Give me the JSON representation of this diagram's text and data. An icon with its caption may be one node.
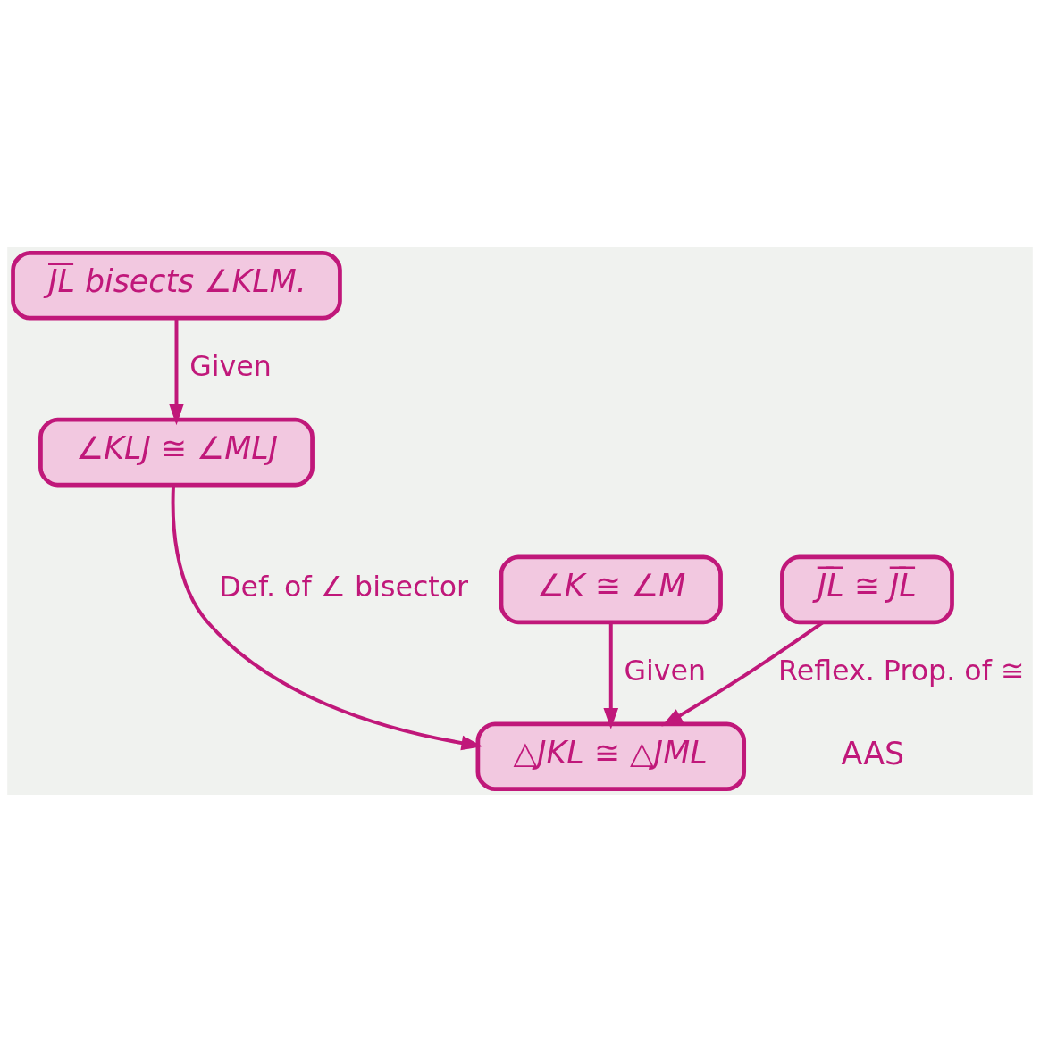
{
  "diagram": {
    "nodes": [
      {
        "text": [
          "J̅L̅ bisects ∠KLM."
        ]
      },
      {
        "text": [
          "∠KLJ ≅ ∠MLJ"
        ]
      },
      {
        "text": [
          "∠K ≅ ∠M"
        ]
      },
      {
        "text": [
          "J̅L̅ ≅ J̅L̅"
        ]
      },
      {
        "text": [
          "△JKL ≅ △JML"
        ],
        "beside": [
          "AAS"
        ]
      }
    ],
    "edges": [
      {
        "from": 0,
        "to": 1,
        "arrow": "to",
        "label": "Given"
      },
      {
        "from": 1,
        "to": 4,
        "arrow": "to",
        "label": "Def. of ∠ bisector"
      },
      {
        "from": 2,
        "to": 4,
        "arrow": "to",
        "label": "Given"
      },
      {
        "from": 3,
        "to": 4,
        "arrow": "to",
        "label": "Reflex. Prop. of ≅"
      }
    ]
  }
}
